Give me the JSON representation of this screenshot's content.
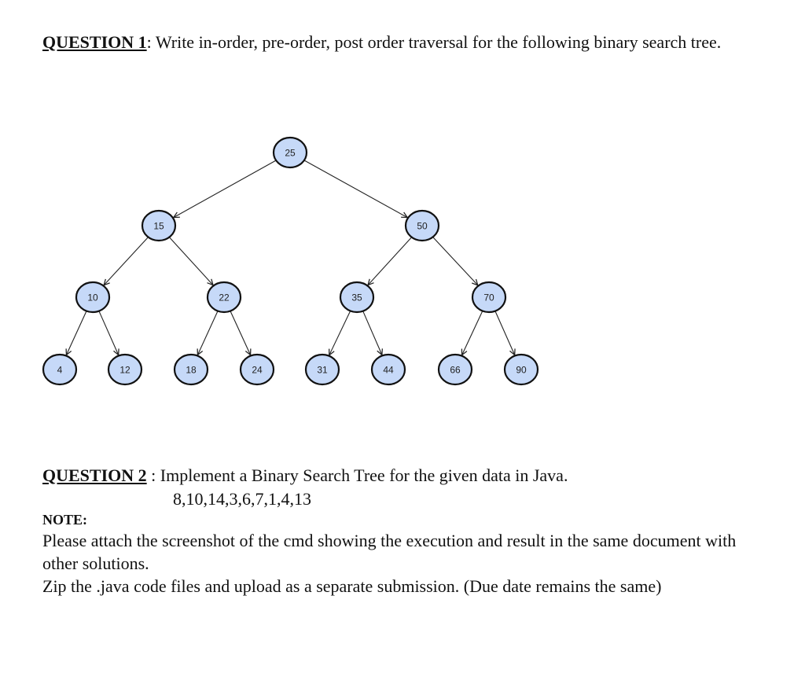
{
  "question1": {
    "label": "QUESTION 1",
    "text": ": Write in-order, pre-order, post order traversal for the following binary search tree."
  },
  "tree": {
    "nodes": [
      {
        "id": "n25",
        "label": "25"
      },
      {
        "id": "n15",
        "label": "15"
      },
      {
        "id": "n50",
        "label": "50"
      },
      {
        "id": "n10",
        "label": "10"
      },
      {
        "id": "n22",
        "label": "22"
      },
      {
        "id": "n35",
        "label": "35"
      },
      {
        "id": "n70",
        "label": "70"
      },
      {
        "id": "n4",
        "label": "4"
      },
      {
        "id": "n12",
        "label": "12"
      },
      {
        "id": "n18",
        "label": "18"
      },
      {
        "id": "n24",
        "label": "24"
      },
      {
        "id": "n31",
        "label": "31"
      },
      {
        "id": "n44",
        "label": "44"
      },
      {
        "id": "n66",
        "label": "66"
      },
      {
        "id": "n90",
        "label": "90"
      }
    ],
    "edges": [
      [
        "n25",
        "n15"
      ],
      [
        "n25",
        "n50"
      ],
      [
        "n15",
        "n10"
      ],
      [
        "n15",
        "n22"
      ],
      [
        "n50",
        "n35"
      ],
      [
        "n50",
        "n70"
      ],
      [
        "n10",
        "n4"
      ],
      [
        "n10",
        "n12"
      ],
      [
        "n22",
        "n18"
      ],
      [
        "n22",
        "n24"
      ],
      [
        "n35",
        "n31"
      ],
      [
        "n35",
        "n44"
      ],
      [
        "n70",
        "n66"
      ],
      [
        "n70",
        "n90"
      ]
    ]
  },
  "question2": {
    "label": "QUESTION 2",
    "text": " : Implement a Binary Search Tree for the given data in Java.",
    "data": "8,10,14,3,6,7,1,4,13"
  },
  "note": {
    "heading": "NOTE:",
    "line1": "Please attach the screenshot of the cmd showing the execution and result in the same document with other solutions.",
    "line2": "Zip the .java code files and upload as a separate submission. (Due date remains the same)"
  }
}
